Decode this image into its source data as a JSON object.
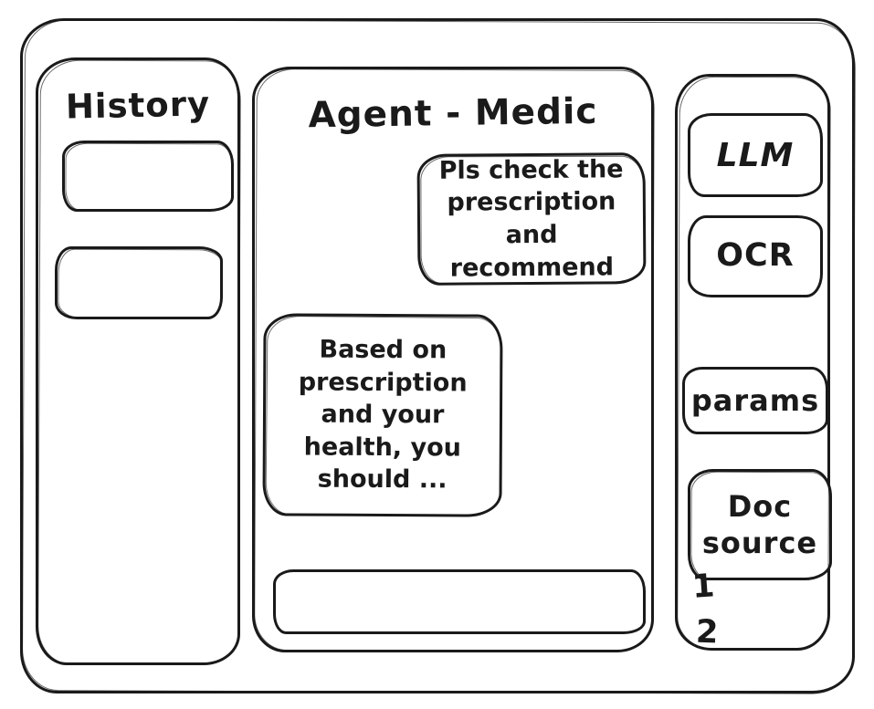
{
  "theme": {
    "ink": "#1a1a1a",
    "background": "#ffffff"
  },
  "window": {
    "history_panel": {
      "title": "History",
      "items": [
        {
          "label": ""
        },
        {
          "label": ""
        }
      ]
    },
    "chat_panel": {
      "title": "Agent - Medic",
      "messages": [
        {
          "role": "user",
          "text": "Pls check the prescription and recommend"
        },
        {
          "role": "assistant",
          "text": "Based on prescription and your health, you should ..."
        }
      ],
      "input": {
        "value": "",
        "placeholder": ""
      }
    },
    "tools_panel": {
      "buttons": [
        {
          "label": "LLM"
        },
        {
          "label": "OCR"
        },
        {
          "label": "params"
        },
        {
          "label": "Doc source"
        }
      ],
      "doc_list": [
        "1",
        "2"
      ]
    }
  }
}
